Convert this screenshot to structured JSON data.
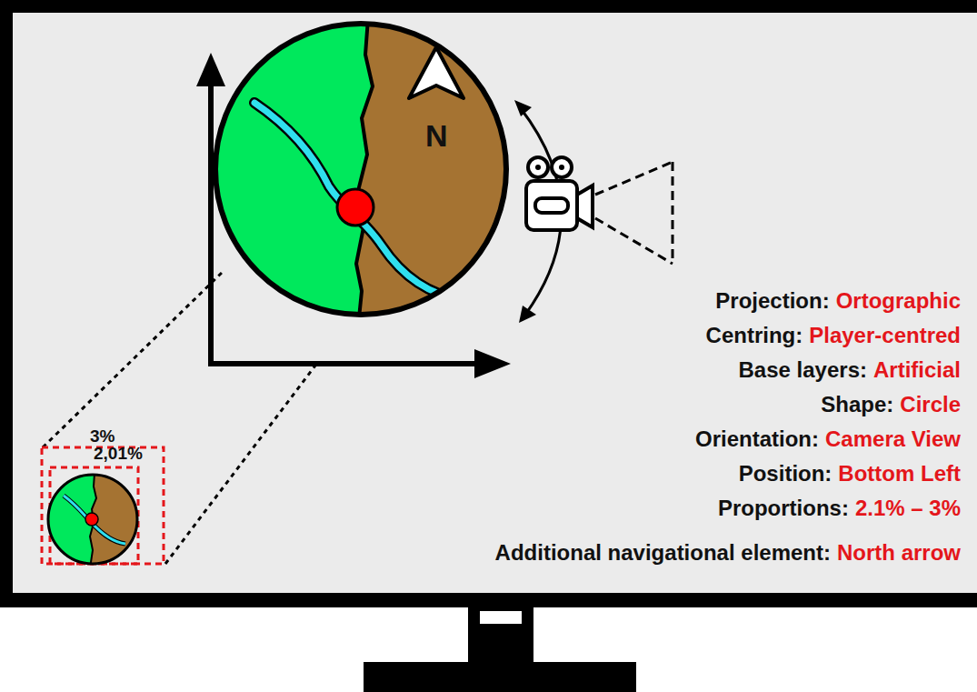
{
  "diagram": {
    "labels": [
      "N",
      "3%",
      "2,01%",
      "Projection:",
      "Ortographic",
      "Centring:",
      "Player-centred",
      "Base layers:",
      "Artificial",
      "Shape:",
      "Circle",
      "Orientation:",
      "Camera View",
      "Position:",
      "Bottom Left",
      "Proportions:",
      "2.1% – 3%",
      "Additional navigational element:",
      "North arrow"
    ]
  }
}
